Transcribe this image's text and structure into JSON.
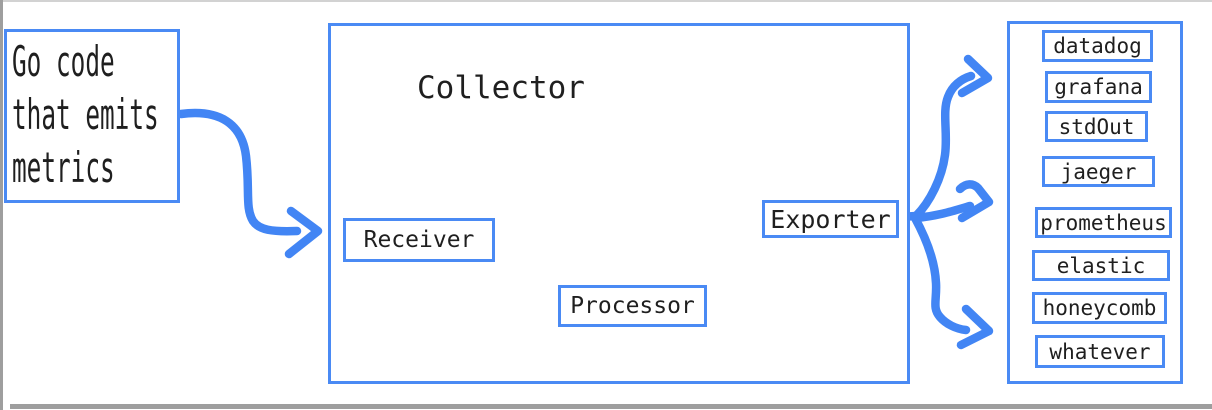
{
  "colors": {
    "box_border_blue": "#4a8af4",
    "arrow_blue": "#4285f4",
    "text": "#1f1f1f",
    "edge_gray": "#9e9e9e",
    "edge_gray_light": "#d2d2d2"
  },
  "source_box": {
    "lines": [
      "Go code",
      "that emits",
      "metrics"
    ]
  },
  "collector": {
    "title": "Collector",
    "components": [
      {
        "label": "Receiver"
      },
      {
        "label": "Processor"
      },
      {
        "label": "Exporter"
      }
    ]
  },
  "destinations": {
    "items": [
      "datadog",
      "grafana",
      "stdOut",
      "jaeger",
      "prometheus",
      "elastic",
      "honeycomb",
      "whatever"
    ]
  }
}
